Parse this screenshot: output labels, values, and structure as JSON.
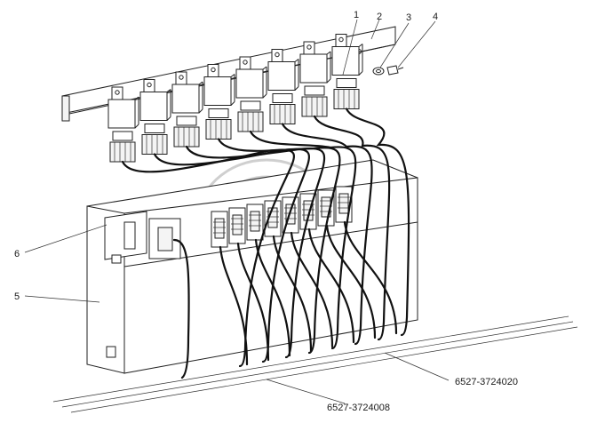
{
  "callouts": {
    "c1": "1",
    "c2": "2",
    "c3": "3",
    "c4": "4",
    "c5": "5",
    "c6": "6"
  },
  "part_numbers": {
    "harness_upper": "6527-3724020",
    "harness_lower": "6527-3724008"
  },
  "relay_count": 8,
  "connector_block_count": 8
}
